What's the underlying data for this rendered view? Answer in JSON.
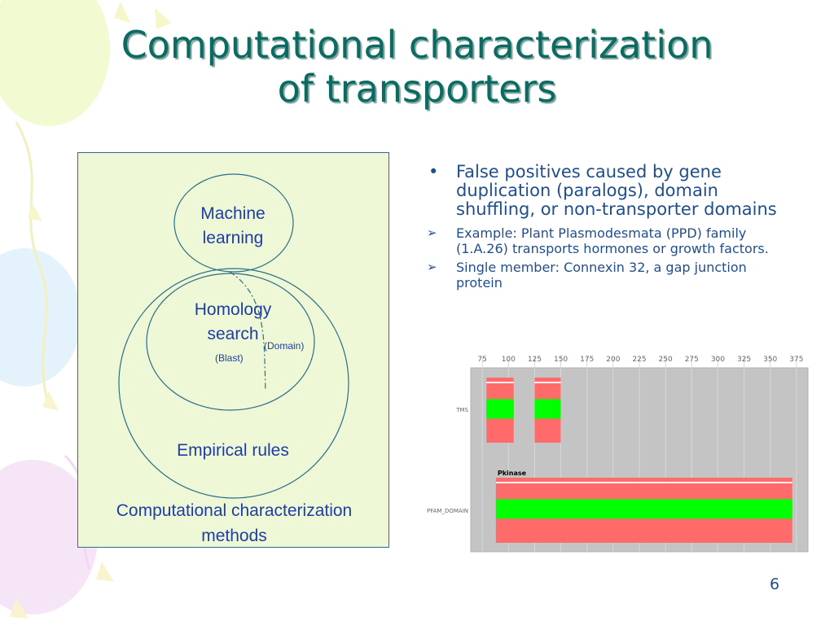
{
  "slide": {
    "title_line1": "Computational characterization",
    "title_line2": "of transporters",
    "page_number": "6"
  },
  "diagram": {
    "machine_learning_line1": "Machine",
    "machine_learning_line2": "learning",
    "homology_line1": "Homology",
    "homology_line2": "search",
    "domain_label": "(Domain)",
    "blast_label": "(Blast)",
    "empirical_rules": "Empirical rules",
    "caption_line1": "Computational characterization",
    "caption_line2": "methods"
  },
  "bullets": {
    "main": "False positives caused by gene duplication (paralogs), domain shuffling, or non-transporter domains",
    "sub": [
      "Example: Plant Plasmodesmata (PPD) family (1.A.26) transports hormones or growth factors.",
      "Single member: Connexin 32, a gap junction protein"
    ]
  },
  "chart_data": {
    "type": "table",
    "x_ticks": [
      75,
      100,
      125,
      150,
      175,
      200,
      225,
      250,
      275,
      300,
      325,
      350,
      375
    ],
    "xlim": [
      64,
      386
    ],
    "tracks": [
      {
        "name": "TMS",
        "segments": [
          {
            "start": 79,
            "end": 105
          },
          {
            "start": 125,
            "end": 150
          }
        ]
      },
      {
        "name": "PFAM_DOMAIN",
        "segments": [
          {
            "start": 88,
            "end": 371,
            "label": "Pkinase"
          }
        ]
      }
    ],
    "colors": {
      "band": "#ff6b6b",
      "core": "#00ff00",
      "background": "#c4c4c4",
      "grid": "#d8d8d8"
    }
  }
}
